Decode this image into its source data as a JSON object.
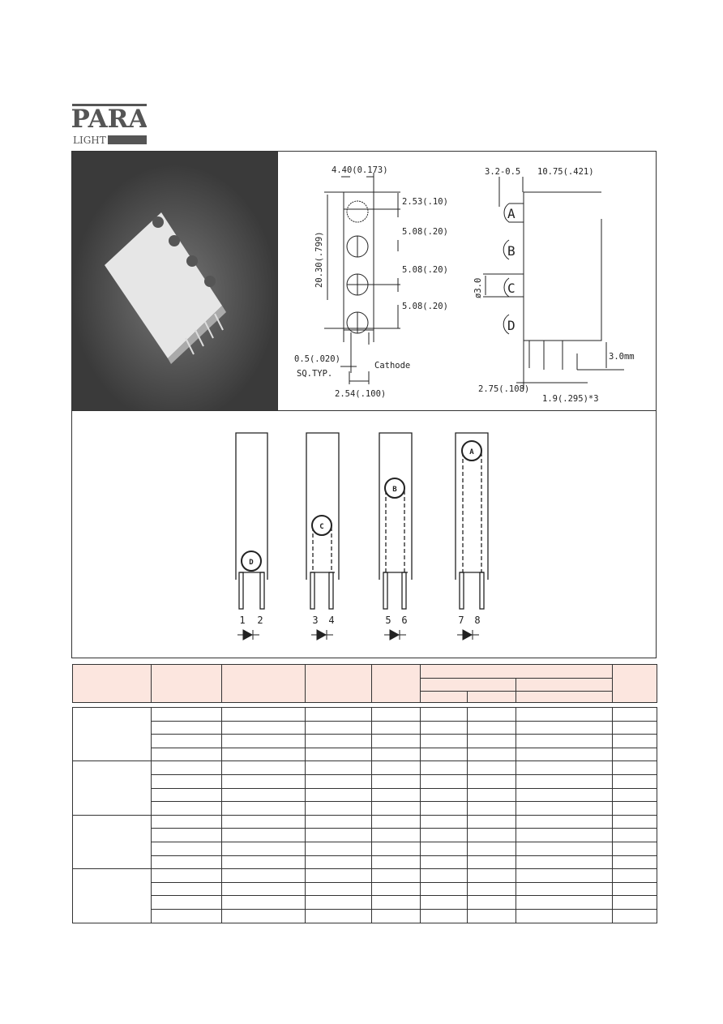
{
  "logo": {
    "main": "PARA",
    "sub": "LIGHT"
  },
  "front_view": {
    "width_dim": "4.40(0.173)",
    "height_dim": "20.30(.799)",
    "pitch_top": "2.53(.10)",
    "pitch_1": "5.08(.20)",
    "pitch_2": "5.08(.20)",
    "pitch_3": "5.08(.20)",
    "pin_size": "0.5(.020)",
    "pin_size_note": "SQ.TYP.",
    "cathode": "Cathode",
    "pin_pitch": "2.54(.100)"
  },
  "side_view": {
    "lens_dim": "3.2-0.5",
    "depth_dim": "10.75(.421)",
    "diameter": "ø3.0",
    "lead_len": "3.0mm",
    "offset": "2.75(.108)",
    "lead_pitch": "1.9(.295)*3",
    "leds": [
      "A",
      "B",
      "C",
      "D"
    ]
  },
  "pinout": [
    {
      "led": "D",
      "pins": [
        "1",
        "2"
      ]
    },
    {
      "led": "C",
      "pins": [
        "3",
        "4"
      ]
    },
    {
      "led": "B",
      "pins": [
        "5",
        "6"
      ]
    },
    {
      "led": "A",
      "pins": [
        "7",
        "8"
      ]
    }
  ]
}
